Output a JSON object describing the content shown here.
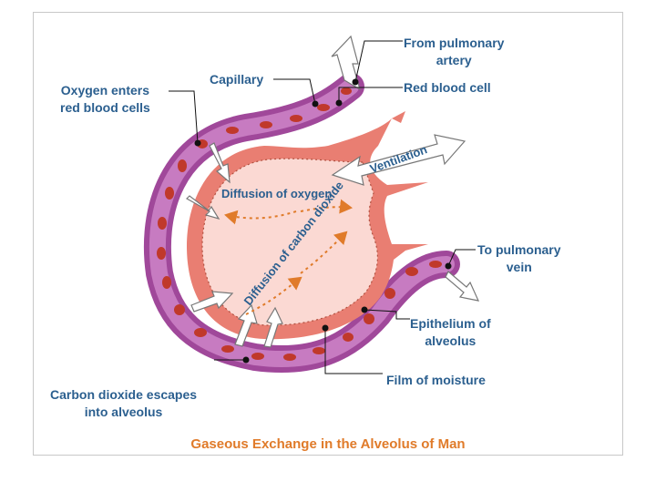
{
  "labels": {
    "from_pulmonary_artery": "From pulmonary\nartery",
    "capillary": "Capillary",
    "red_blood_cell": "Red blood cell",
    "oxygen_enters": "Oxygen enters\nred blood cells",
    "ventilation": "Ventilation",
    "diffusion_oxygen": "Diffusion of oxygen",
    "diffusion_co2": "Diffusion of carbon dioxide",
    "to_pulmonary_vein": "To pulmonary\nvein",
    "epithelium": "Epithelium of\nalveolus",
    "film_of_moisture": "Film of moisture",
    "co2_escapes": "Carbon dioxide escapes\ninto alveolus"
  },
  "caption": "Gaseous Exchange in the Alveolus of Man",
  "colors": {
    "label_text": "#2b5f8f",
    "caption_text": "#e07b2a",
    "capillary_wall": "#a0489a",
    "capillary_inner": "#c77bc1",
    "red_cell": "#c0392b",
    "alveolus_wall": "#e97e72",
    "alveolus_inner": "#fbd9d3",
    "diffusion_arrow": "#e07b2a"
  },
  "icons": [
    "outline-arrow",
    "dotted-diffusion-arrow",
    "leader-dot"
  ]
}
